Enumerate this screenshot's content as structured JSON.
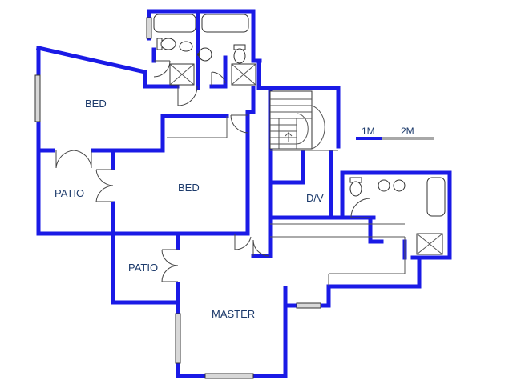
{
  "rooms": {
    "bed_top": "BED",
    "bed_mid": "BED",
    "patio_left": "PATIO",
    "patio_bottom": "PATIO",
    "dv": "D/V",
    "master": "MASTER"
  },
  "scale": {
    "one": "1M",
    "two": "2M"
  },
  "colors": {
    "wall": "#1a1ae6",
    "label": "#1c3a6b",
    "scale_bar": "#a8a8a8"
  },
  "icons": [
    "window-icon",
    "door-swing-icon",
    "toilet-icon",
    "basin-icon",
    "bathtub-icon",
    "shower-icon",
    "staircase-icon"
  ]
}
